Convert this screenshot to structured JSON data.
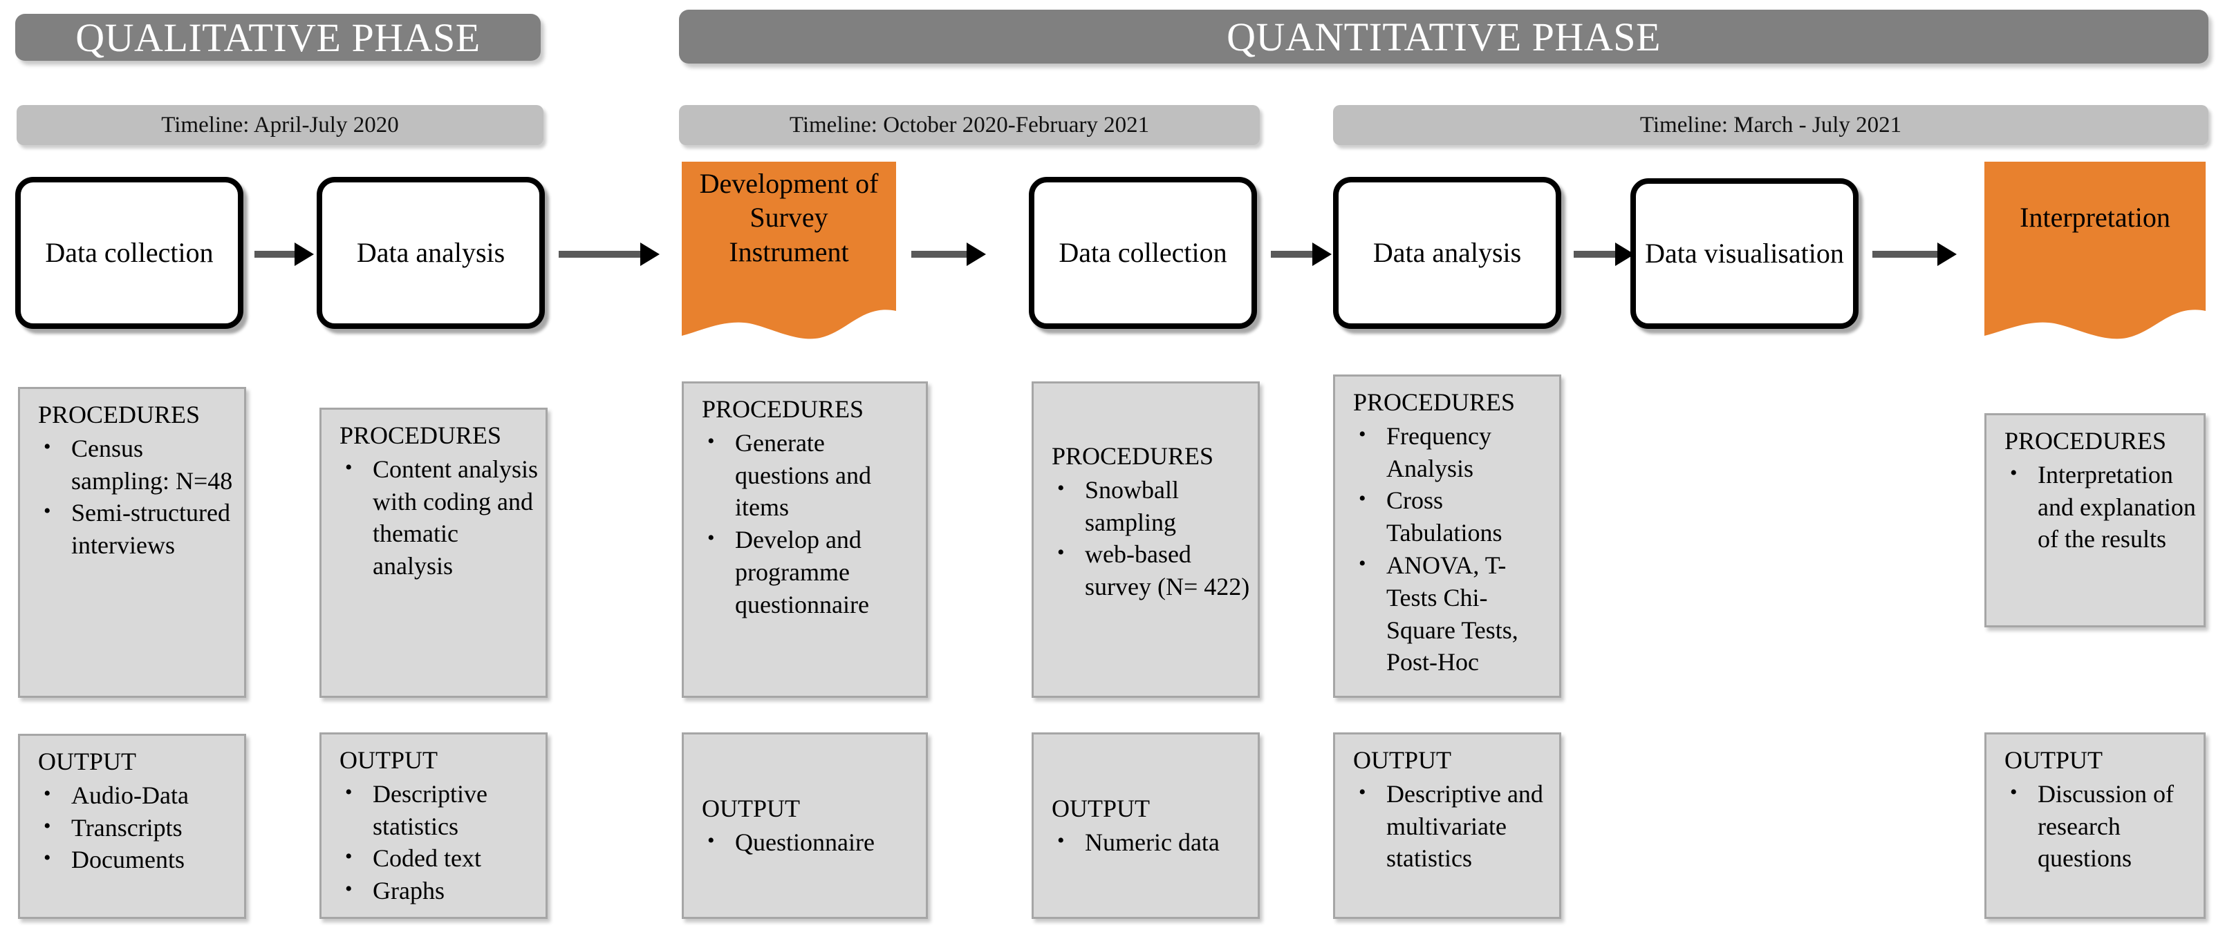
{
  "phases": [
    {
      "id": "qualitative",
      "label": "QUALITATIVE PHASE"
    },
    {
      "id": "quantitative",
      "label": "QUANTITATIVE PHASE"
    }
  ],
  "timelines": [
    {
      "id": "qual",
      "label": "Timeline: April-July 2020"
    },
    {
      "id": "quant1",
      "label": "Timeline: October 2020-February 2021"
    },
    {
      "id": "quant2",
      "label": "Timeline: March - July 2021"
    }
  ],
  "process_steps": [
    {
      "id": "qual-data-collection",
      "label": "Data collection",
      "shape": "rounded-rect",
      "color": "#ffffff"
    },
    {
      "id": "qual-data-analysis",
      "label": "Data analysis",
      "shape": "rounded-rect",
      "color": "#ffffff"
    },
    {
      "id": "survey-development",
      "label": "Development of Survey Instrument",
      "shape": "document",
      "color": "#e8812e"
    },
    {
      "id": "quant-data-collection",
      "label": "Data collection",
      "shape": "rounded-rect",
      "color": "#ffffff"
    },
    {
      "id": "quant-data-analysis",
      "label": "Data analysis",
      "shape": "rounded-rect",
      "color": "#ffffff"
    },
    {
      "id": "data-visualisation",
      "label": "Data visualisation",
      "shape": "rounded-rect",
      "color": "#ffffff"
    },
    {
      "id": "interpretation",
      "label": "Interpretation",
      "shape": "document",
      "color": "#e8812e"
    }
  ],
  "procedures": [
    {
      "id": "proc-qual-collection",
      "heading": "PROCEDURES",
      "items": [
        "Census sampling: N=48",
        "Semi-structured interviews"
      ]
    },
    {
      "id": "proc-qual-analysis",
      "heading": "PROCEDURES",
      "items": [
        "Content analysis with coding and thematic analysis"
      ]
    },
    {
      "id": "proc-survey-development",
      "heading": "PROCEDURES",
      "items": [
        "Generate questions and items",
        "Develop and programme questionnaire"
      ]
    },
    {
      "id": "proc-quant-collection",
      "heading": "PROCEDURES",
      "items": [
        "Snowball sampling",
        "web-based survey (N= 422)"
      ]
    },
    {
      "id": "proc-quant-analysis",
      "heading": "PROCEDURES",
      "items": [
        "Frequency Analysis",
        "Cross Tabulations",
        "ANOVA, T-Tests Chi-Square Tests, Post-Hoc"
      ]
    },
    {
      "id": "proc-interpretation",
      "heading": "PROCEDURES",
      "items": [
        "Interpretation and explanation of the results"
      ]
    }
  ],
  "outputs": [
    {
      "id": "out-qual-collection",
      "heading": "OUTPUT",
      "items": [
        "Audio-Data",
        "Transcripts",
        "Documents"
      ]
    },
    {
      "id": "out-qual-analysis",
      "heading": "OUTPUT",
      "items": [
        "Descriptive statistics",
        "Coded text",
        "Graphs"
      ]
    },
    {
      "id": "out-survey-development",
      "heading": "OUTPUT",
      "items": [
        "Questionnaire"
      ]
    },
    {
      "id": "out-quant-collection",
      "heading": "OUTPUT",
      "items": [
        "Numeric data"
      ]
    },
    {
      "id": "out-quant-analysis",
      "heading": "OUTPUT",
      "items": [
        "Descriptive and multivariate statistics"
      ]
    },
    {
      "id": "out-interpretation",
      "heading": "OUTPUT",
      "items": [
        "Discussion of research questions"
      ]
    }
  ],
  "colors": {
    "banner_gray": "#808080",
    "timeline_gray": "#bfbfbf",
    "info_box_gray": "#d9d9d9",
    "info_box_border": "#a6a6a6",
    "accent_orange": "#e8812e",
    "process_border": "#000000",
    "arrow_gray": "#595959"
  }
}
